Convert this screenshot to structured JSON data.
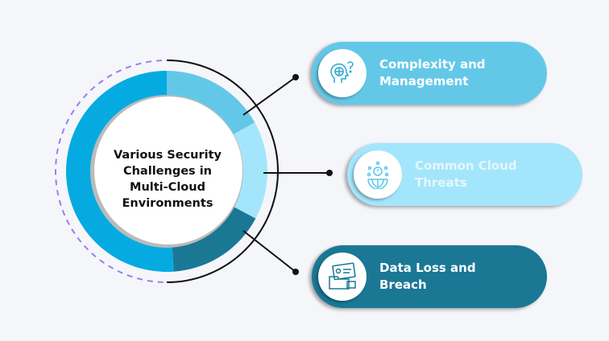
{
  "center_title": "Various Security Challenges in Multi-Cloud Environments",
  "items": [
    {
      "label": "Complexity and Management",
      "icon": "head-question-icon",
      "color": "#63c8e8",
      "text_color": "#ffffff"
    },
    {
      "label": "Common Cloud Threats",
      "icon": "globe-alert-icon",
      "color": "#a3e6fc",
      "text_color": "#e6f6fb"
    },
    {
      "label": "Data Loss and Breach",
      "icon": "folder-card-icon",
      "color": "#1a7895",
      "text_color": "#ffffff"
    }
  ],
  "ring_colors": {
    "main": "#05abe0",
    "accent": "#9b7ef0"
  }
}
